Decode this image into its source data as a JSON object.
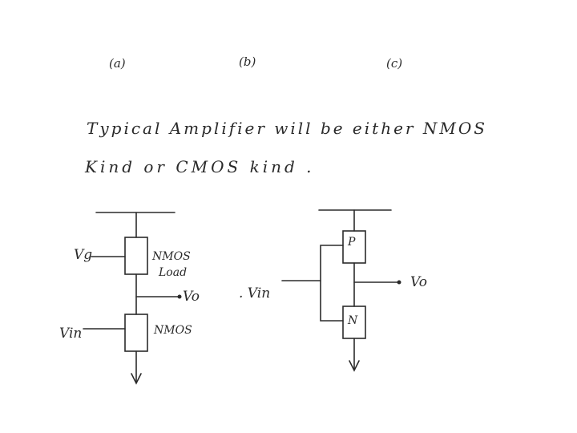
{
  "header_labels": {
    "a": "(a)",
    "b": "(b)",
    "c": "(c)"
  },
  "text": {
    "line1": "Typical Amplifier will be either NMOS",
    "line2": "Kind or CMOS kind ."
  },
  "nmos_circuit": {
    "vg_label": "Vg",
    "load_label_1": "NMOS",
    "load_label_2": "Load",
    "vo_label": "Vo",
    "vin_label": "Vin",
    "driver_label": "NMOS"
  },
  "cmos_circuit": {
    "vin_label": ". Vin",
    "vo_label": "Vo",
    "pmos_label": "P",
    "nmos_label": "N"
  },
  "colors": {
    "ink": "#2b2b2b",
    "paper": "#ffffff"
  }
}
